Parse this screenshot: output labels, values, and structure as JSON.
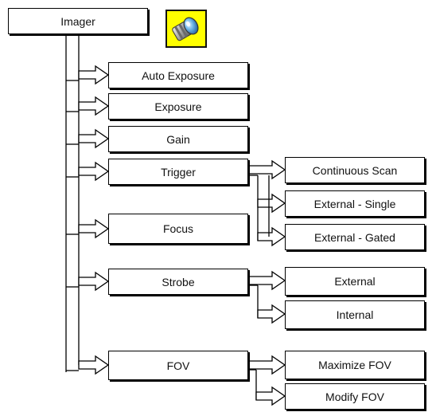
{
  "root": {
    "label": "Imager"
  },
  "icon": {
    "name": "camera-lens-icon",
    "background": "#ffff00"
  },
  "features": [
    {
      "id": "auto-exposure",
      "label": "Auto Exposure"
    },
    {
      "id": "exposure",
      "label": "Exposure"
    },
    {
      "id": "gain",
      "label": "Gain"
    },
    {
      "id": "trigger",
      "label": "Trigger"
    },
    {
      "id": "focus",
      "label": "Focus"
    },
    {
      "id": "strobe",
      "label": "Strobe"
    },
    {
      "id": "fov",
      "label": "FOV"
    }
  ],
  "sub_options": {
    "trigger": [
      {
        "id": "continuous-scan",
        "label": "Continuous Scan"
      },
      {
        "id": "external-single",
        "label": "External - Single"
      },
      {
        "id": "external-gated",
        "label": "External - Gated"
      }
    ],
    "strobe": [
      {
        "id": "strobe-external",
        "label": "External"
      },
      {
        "id": "strobe-internal",
        "label": "Internal"
      }
    ],
    "fov": [
      {
        "id": "maximize-fov",
        "label": "Maximize FOV"
      },
      {
        "id": "modify-fov",
        "label": "Modify FOV"
      }
    ]
  }
}
